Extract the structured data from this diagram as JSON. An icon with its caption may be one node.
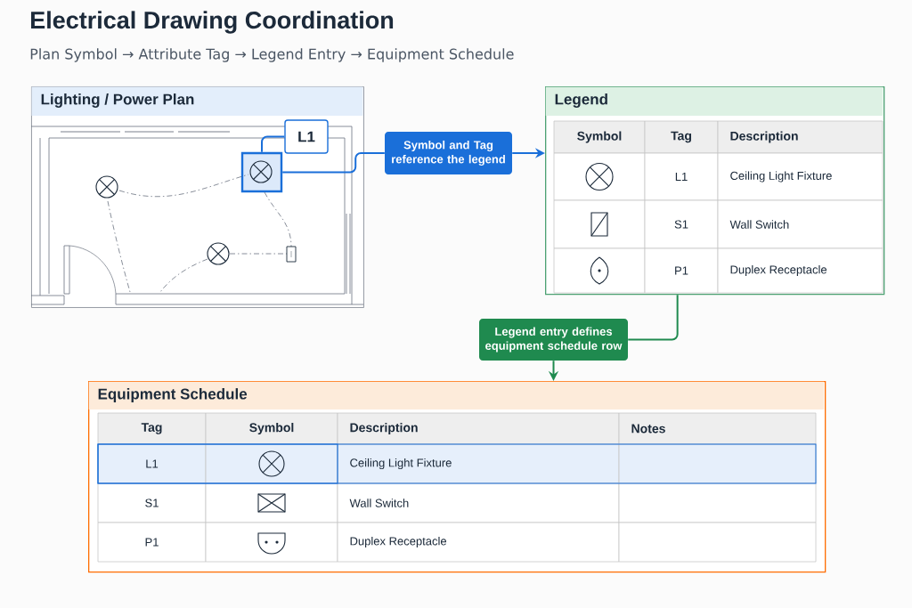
{
  "diagram": {
    "title": "Electrical Drawing Coordination",
    "nodes": [
      {
        "text": [
          "Lighting / Power Plan"
        ]
      },
      {
        "text": [
          "L1"
        ],
        "in": 0
      },
      {
        "text": [],
        "shape": "box",
        "in": 0
      },
      {
        "text": [
          "Symbol and Tag reference the legend"
        ]
      },
      {
        "text": [
          "Legend"
        ]
      },
      {
        "text": [
          "Legend entry defines equipment schedule row"
        ]
      },
      {
        "text": [
          "Equipment Schedule"
        ]
      }
    ],
    "edges": [
      {
        "from": 2,
        "to": 1,
        "arrow": "none",
        "color": "#1a6fd9"
      },
      {
        "from": 2,
        "to": 3,
        "arrow": "none",
        "color": "#1a6fd9"
      },
      {
        "from": 3,
        "to": 4,
        "arrow": "to",
        "color": "#1a6fd9"
      },
      {
        "from": 4,
        "to": 5,
        "arrow": "none",
        "color": "#1f8a4f"
      },
      {
        "from": 5,
        "to": 6,
        "arrow": "to",
        "color": "#1f8a4f"
      }
    ],
    "labels": [
      "Plan Symbol → Attribute Tag → Legend Entry → Equipment Schedule",
      "Symbol",
      "Tag",
      "Description",
      "L1",
      "Ceiling Light Fixture",
      "S1",
      "Wall Switch",
      "P1",
      "Duplex Receptacle",
      "Tag",
      "Symbol",
      "Description",
      "Notes",
      "L1",
      "Ceiling Light Fixture",
      "S1",
      "Wall Switch",
      "P1",
      "Duplex Receptacle"
    ]
  }
}
